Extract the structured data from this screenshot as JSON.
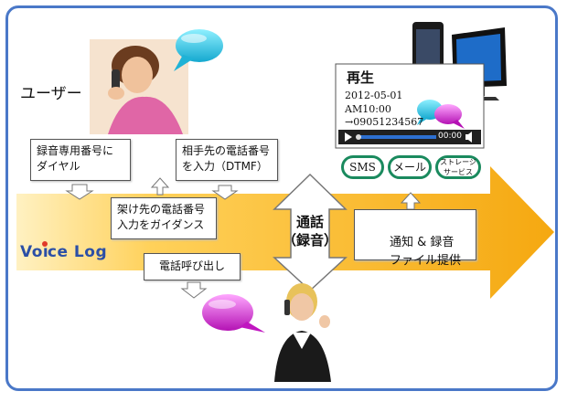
{
  "user_label": "ユーザー",
  "notes": {
    "dial": "録音専用番号に\nダイヤル",
    "dtmf": "相手先の電話番号\nを入力（DTMF）",
    "guidance": "架け先の電話番号\n入力をガイダンス",
    "call_out": "電話呼び出し"
  },
  "call_record": {
    "line1": "通話",
    "line2": "（録音）"
  },
  "notify": "通知 & 録音\nファイル提供",
  "logo": {
    "part1": "Vo",
    "part2": "ce Log"
  },
  "player": {
    "title": "再生",
    "date": "2012-05-01",
    "time": "AM10:00",
    "number": "→09051234567",
    "elapsed": "00:00"
  },
  "channels": [
    "SMS",
    "メール",
    "ストレージ\nサービス"
  ],
  "colors": {
    "arrow": "#f5b21f",
    "frame": "#4a78c8",
    "pill_border": "#1a8a5e"
  }
}
